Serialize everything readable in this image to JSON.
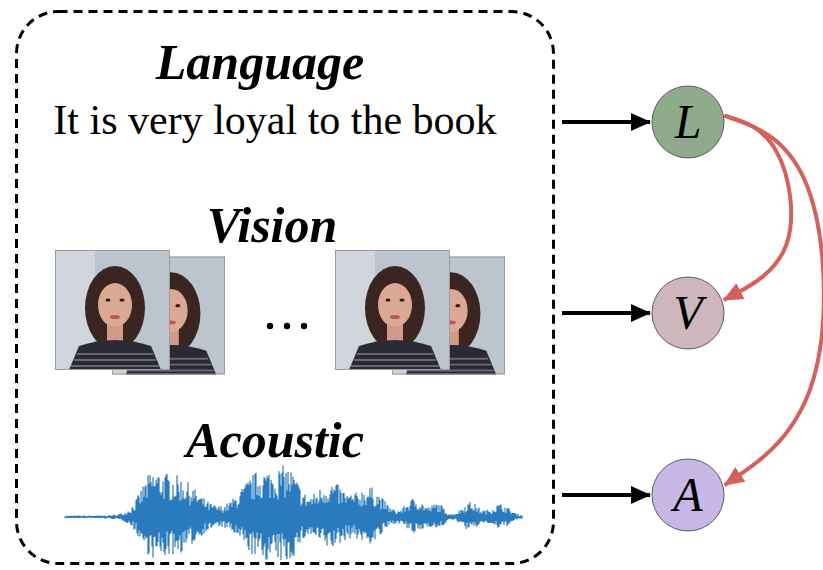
{
  "diagram": {
    "nodes": [
      {
        "text": [
          "Language",
          "It is very loyal to the book",
          "Vision",
          "Acoustic"
        ]
      },
      {
        "text": [
          "L"
        ]
      },
      {
        "text": [
          "V"
        ]
      },
      {
        "text": [
          "A"
        ]
      }
    ],
    "edges": [
      {
        "from": 0,
        "to": 1,
        "arrow": "to"
      },
      {
        "from": 0,
        "to": 2,
        "arrow": "to"
      },
      {
        "from": 0,
        "to": 3,
        "arrow": "to"
      },
      {
        "from": 1,
        "to": 2,
        "arrow": "to"
      },
      {
        "from": 1,
        "to": 3,
        "arrow": "to"
      }
    ]
  }
}
